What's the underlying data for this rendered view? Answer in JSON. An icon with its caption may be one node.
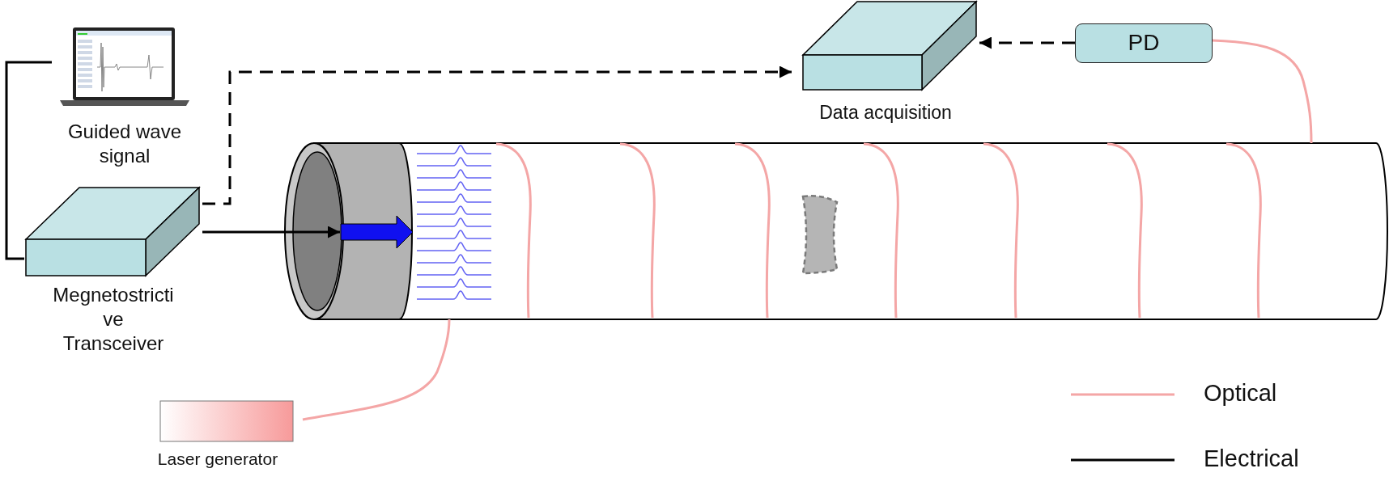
{
  "diagram": {
    "nodes": [
      {
        "text": [
          "Guided wave signal"
        ]
      },
      {
        "text": [
          "Megnetostricti ve Transceiver"
        ]
      },
      {
        "text": [
          "Data acquisition"
        ]
      },
      {
        "text": [
          "PD"
        ]
      },
      {
        "text": [
          "Laser generator"
        ]
      },
      {
        "text": [],
        "shape": "cylinder"
      },
      {
        "text": [],
        "shape": "cylinder",
        "in": 5
      }
    ],
    "edges": [
      {
        "from": 0,
        "to": 1,
        "arrow": "none"
      },
      {
        "from": 1,
        "to": 2,
        "arrow": "to",
        "style": "dashed"
      },
      {
        "from": 3,
        "to": 2,
        "arrow": "to",
        "style": "dashed"
      },
      {
        "from": 1,
        "to": 6,
        "arrow": "to"
      },
      {
        "from": 4,
        "to": 5,
        "arrow": "none",
        "color": "#f4a6a6"
      },
      {
        "from": 3,
        "to": 5,
        "arrow": "none",
        "color": "#f4a6a6"
      }
    ],
    "legend": [
      {
        "text": "Optical"
      },
      {
        "text": "Electrical"
      }
    ]
  }
}
